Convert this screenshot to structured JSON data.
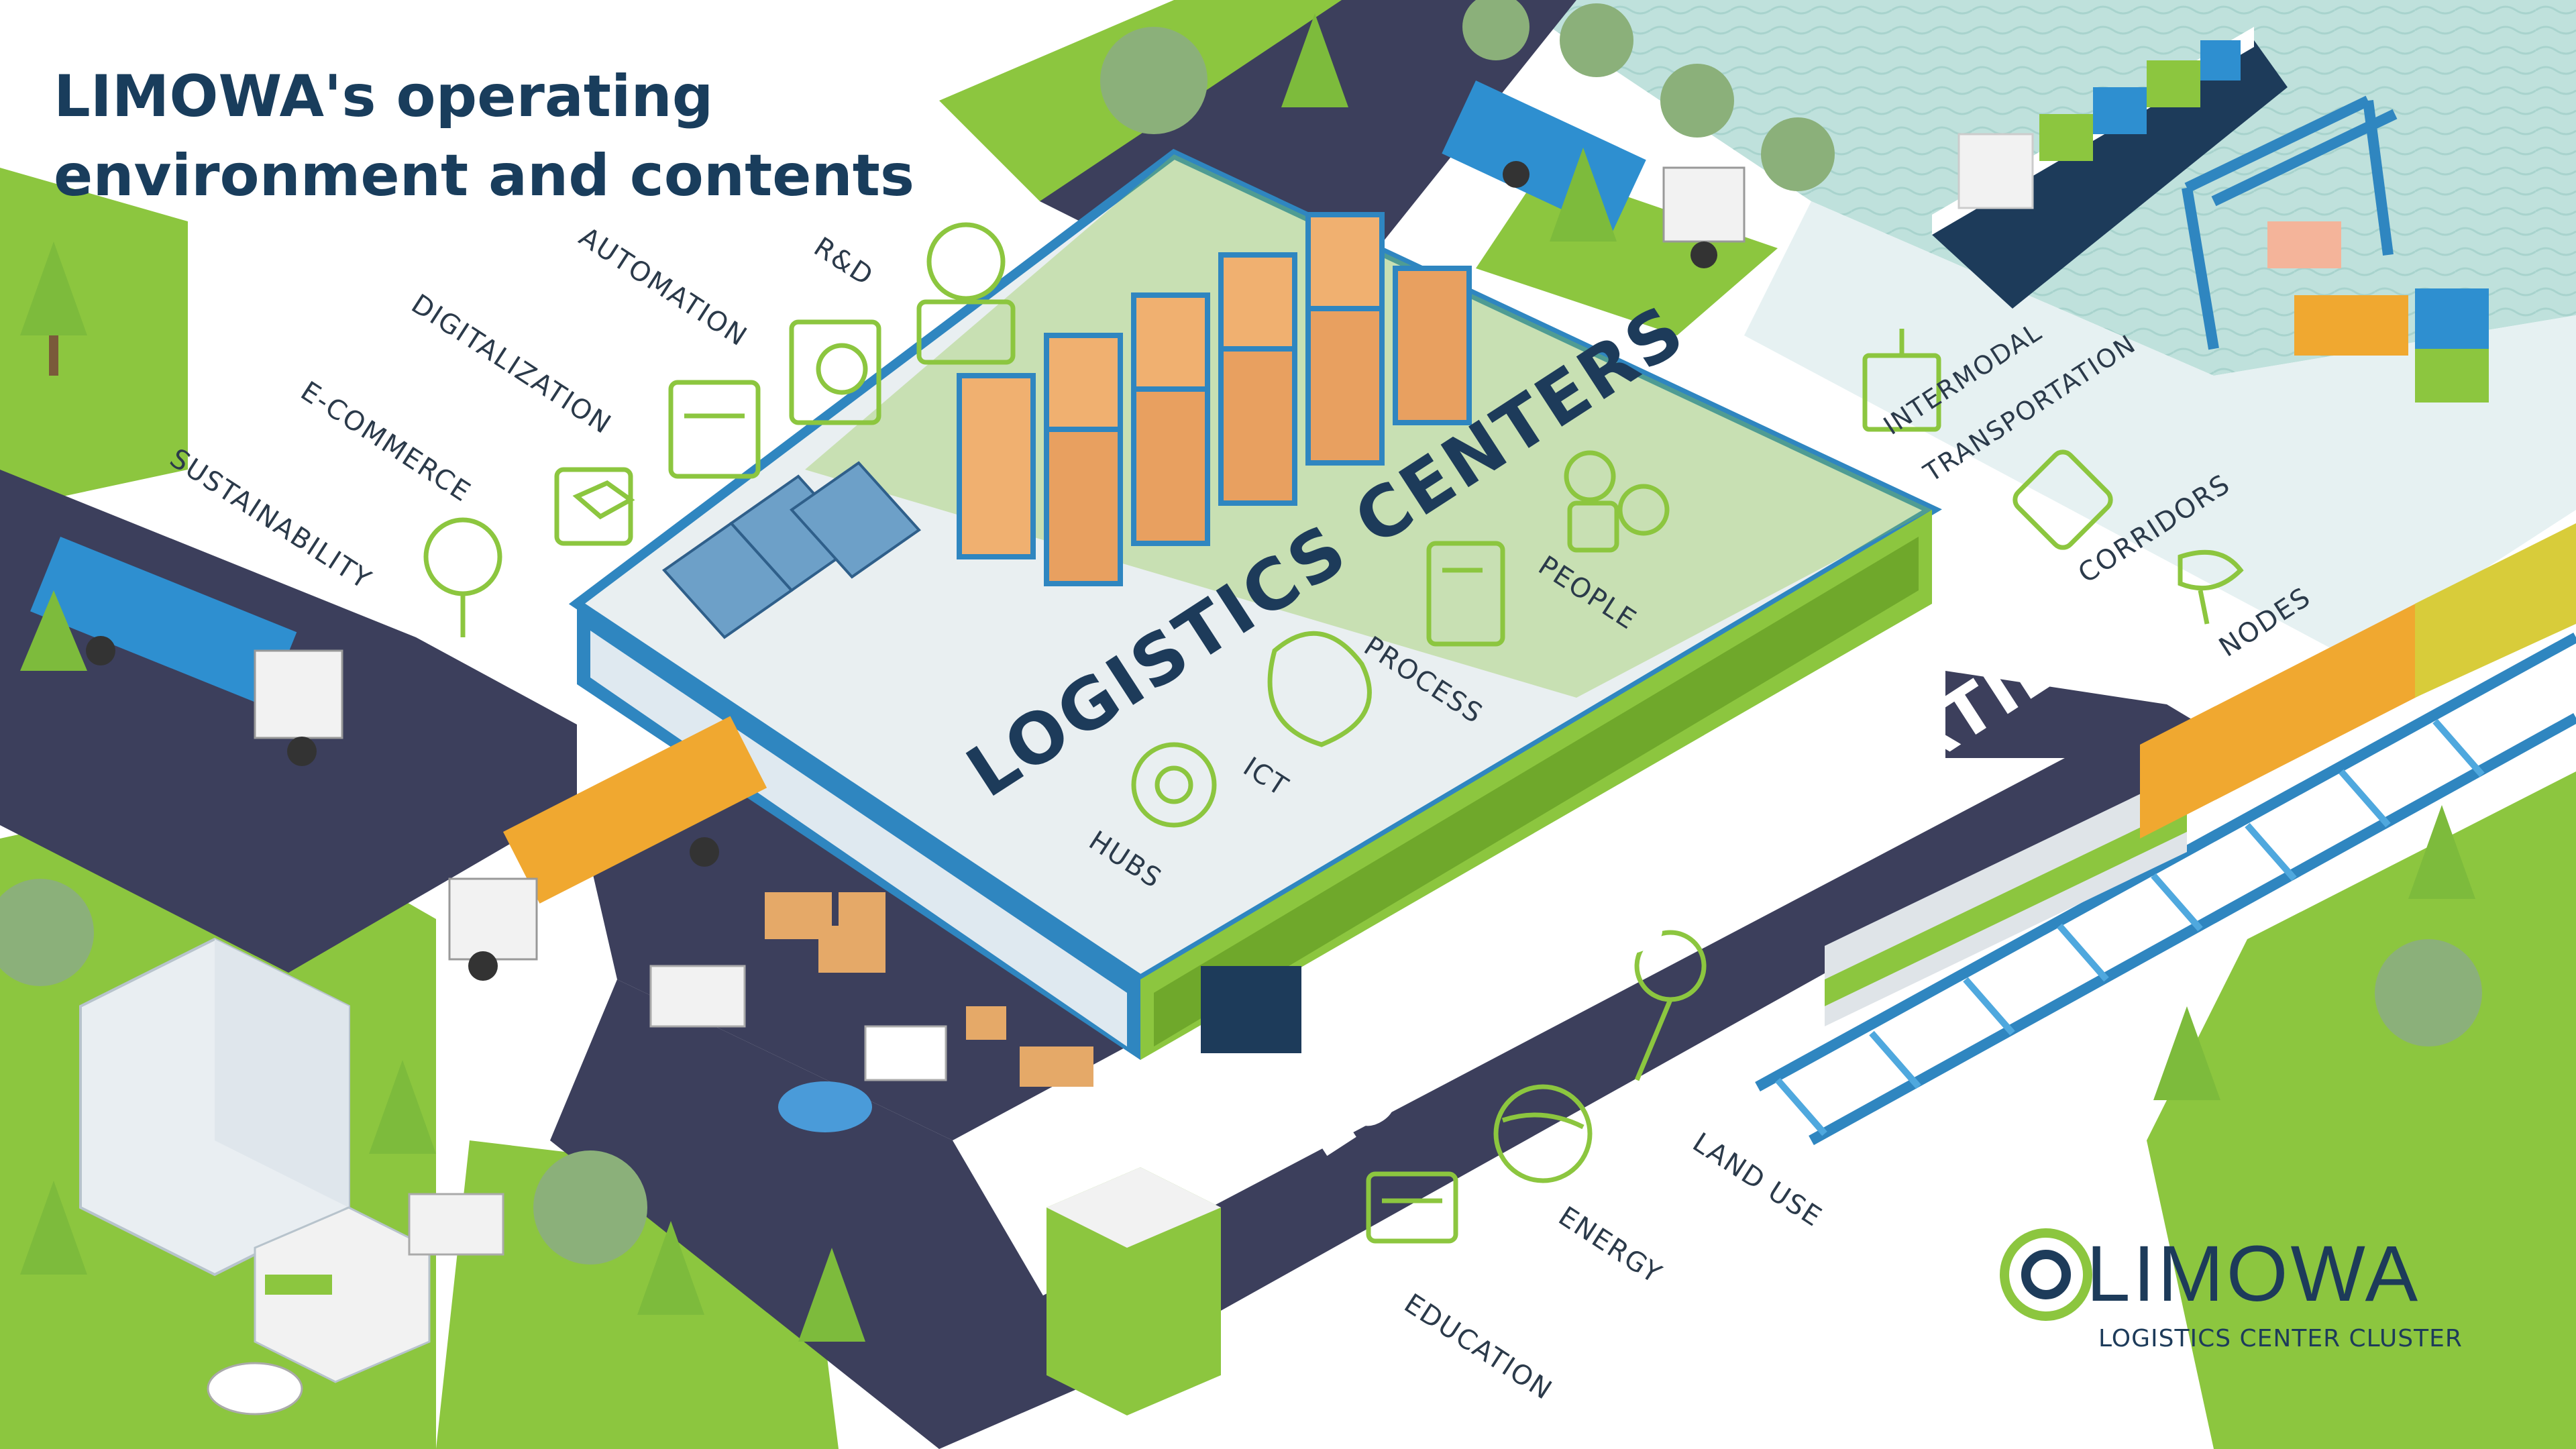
{
  "title": {
    "line1": "LIMOWA's operating",
    "line2": "environment and contents"
  },
  "topics": {
    "sustainability": "SUSTAINABILITY",
    "ecommerce": "E-COMMERCE",
    "digitalization": "DIGITALIZATION",
    "automation": "AUTOMATION",
    "rnd": "R&D",
    "intermodal_1": "INTERMODAL",
    "intermodal_2": "TRANSPORTATION",
    "corridors": "CORRIDORS",
    "nodes": "NODES",
    "people": "PEOPLE",
    "process": "PROCESS",
    "ict": "ICT",
    "hubs": "HUBS",
    "land_use": "LAND USE",
    "energy": "ENERGY",
    "education": "EDUCATION"
  },
  "headline_centers": "LOGISTICS CENTERS",
  "headline_properties": "LOGISTICS PROPERTIES",
  "logo": {
    "name": "LIMOWA",
    "tagline": "LOGISTICS CENTER CLUSTER"
  },
  "colors": {
    "navy": "#1d3b5a",
    "lime": "#8cc63f",
    "lime_dark": "#6fa82b",
    "road": "#3c3f5c",
    "container_blue": "#2e8fd0",
    "container_orange": "#f0a830",
    "water": "#bfe1dc",
    "building_blue": "#2f86c0"
  },
  "icons": [
    "tree-icon",
    "box-icon",
    "screen-icon",
    "gear-icon",
    "researcher-icon",
    "crane-icon",
    "corridor-icon",
    "node-icon",
    "people-icon",
    "process-icon",
    "ict-icon",
    "hubs-icon",
    "pin-icon",
    "globe-icon",
    "chat-icon",
    "logo-icon"
  ]
}
